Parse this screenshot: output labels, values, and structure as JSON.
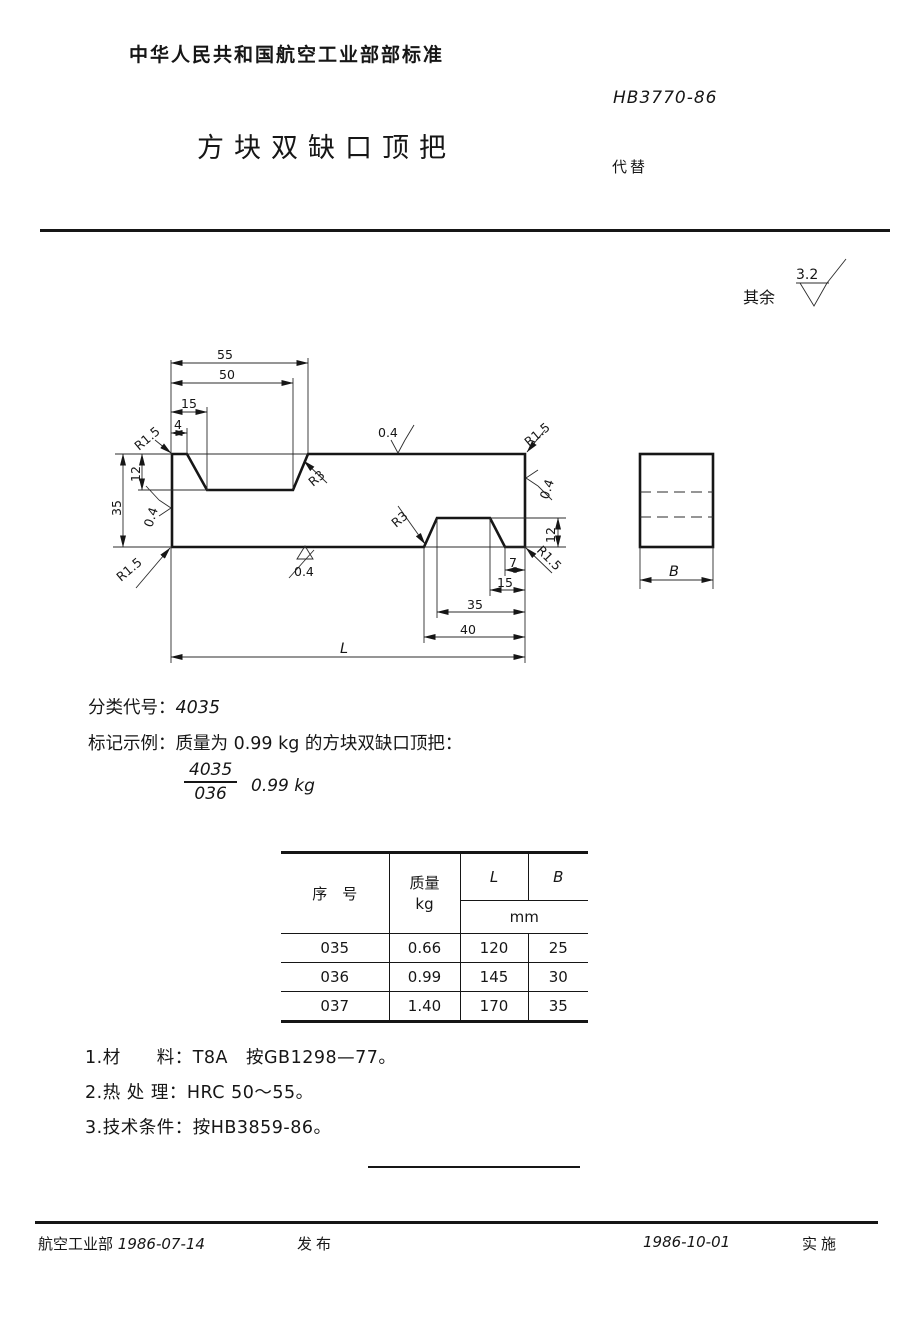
{
  "header": {
    "standard": "中华人民共和国航空工业部部标准",
    "code": "HB3770-86",
    "title": "方块双缺口顶把",
    "replaces": "代替"
  },
  "surface": {
    "prefix": "其余",
    "roughness": "3.2"
  },
  "drawing": {
    "dims": {
      "top_width_55": "55",
      "top_width_50": "50",
      "top_width_15": "15",
      "top_width_4": "4",
      "fillet_top_left": "R1.5",
      "fillet_top_right": "R1.5",
      "fillet_bottom_left": "R1.5",
      "fillet_bottom_right": "R1.5",
      "radius_top_notch": "R3",
      "radius_bottom_notch": "R3",
      "finish_top": "0.4",
      "finish_right": "0.4",
      "finish_left": "0.4",
      "finish_bottom": "0.4",
      "depth_left_12": "12",
      "depth_right_12": "12",
      "height_35": "35",
      "bottom_7": "7",
      "bottom_15": "15",
      "bottom_35": "35",
      "bottom_40": "40",
      "length_L": "L",
      "width_B": "B"
    }
  },
  "classification": {
    "label": "分类代号：",
    "value": "4035"
  },
  "marking": {
    "label": "标记示例：",
    "description": "质量为 0.99 kg 的方块双缺口顶把：",
    "fraction_numerator": "4035",
    "fraction_denominator": "036",
    "weight": "0.99 kg"
  },
  "spec_table": {
    "col_serial": "序　号",
    "col_mass_line1": "质量",
    "col_mass_line2": "kg",
    "col_length": "L",
    "col_width": "B",
    "col_unit": "mm",
    "rows": [
      {
        "serial": "035",
        "mass": "0.66",
        "length": "120",
        "width": "25"
      },
      {
        "serial": "036",
        "mass": "0.99",
        "length": "145",
        "width": "30"
      },
      {
        "serial": "037",
        "mass": "1.40",
        "length": "170",
        "width": "35"
      }
    ]
  },
  "notes": [
    {
      "num": "1.",
      "label": "材　　料：",
      "value": "T8A　按GB1298—77。"
    },
    {
      "num": "2.",
      "label": "热 处 理：",
      "value": "HRC 50～55。"
    },
    {
      "num": "3.",
      "label": "技术条件：",
      "value": "按HB3859-86。"
    }
  ],
  "footer": {
    "org": "航空工业部",
    "release_date": "1986-07-14",
    "release_label": "发布",
    "impl_date": "1986-10-01",
    "impl_label": "实施"
  }
}
